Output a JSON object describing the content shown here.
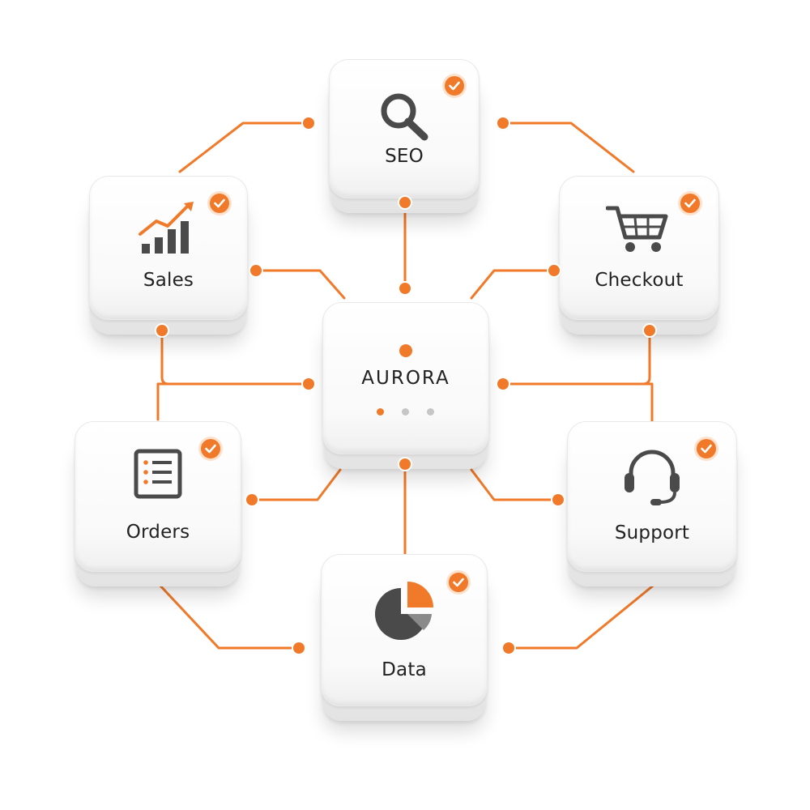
{
  "hub": {
    "label": "AURORA"
  },
  "modules": {
    "seo": {
      "label": "SEO",
      "icon": "search-icon",
      "status": "check-icon"
    },
    "sales": {
      "label": "Sales",
      "icon": "trending-bar-chart-icon",
      "status": "check-icon"
    },
    "checkout": {
      "label": "Checkout",
      "icon": "shopping-cart-icon",
      "status": "check-icon"
    },
    "orders": {
      "label": "Orders",
      "icon": "order-list-icon",
      "status": "check-icon"
    },
    "support": {
      "label": "Support",
      "icon": "headset-icon",
      "status": "check-icon"
    },
    "data": {
      "label": "Data",
      "icon": "pie-chart-icon",
      "status": "check-icon"
    }
  },
  "colors": {
    "accent": "#f07a2a",
    "icon_dark": "#4a4a4a",
    "pager_inactive": "#c6c6c6"
  }
}
